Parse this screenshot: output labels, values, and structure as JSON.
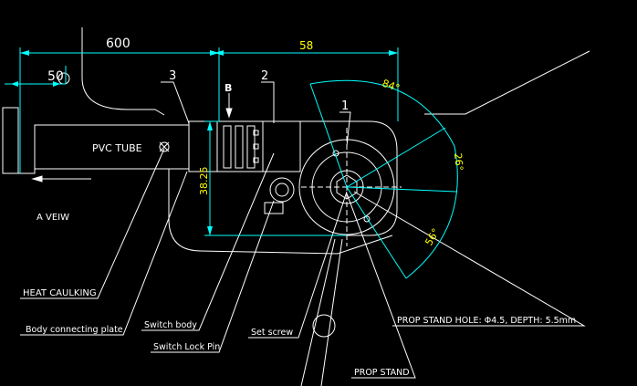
{
  "colors": {
    "background": "#000000",
    "geometry": "#ffffff",
    "dimension": "#00ffff",
    "dimension_text": "#ffff00"
  },
  "dimensions": {
    "overall_length": "600",
    "short_length": "50",
    "center_length": "58",
    "height": "38.25",
    "angle_top": "84°",
    "angle_mid": "26°",
    "angle_bottom": "56°"
  },
  "part_numbers": {
    "p1": "1",
    "p2": "2",
    "p3": "3"
  },
  "view_marker": "B",
  "labels": {
    "pvc_tube": "PVC TUBE",
    "a_view": "A VEIW",
    "heat_caulking": "HEAT CAULKING",
    "body_connecting_plate": "Body connecting plate",
    "switch_body": "Switch body",
    "switch_lock_pin": "Switch Lock Pin",
    "set_screw": "Set screw",
    "prop_stand_hole": "PROP STAND  HOLE: Φ4.5, DEPTH: 5.5mm",
    "prop_stand": "PROP STAND"
  }
}
